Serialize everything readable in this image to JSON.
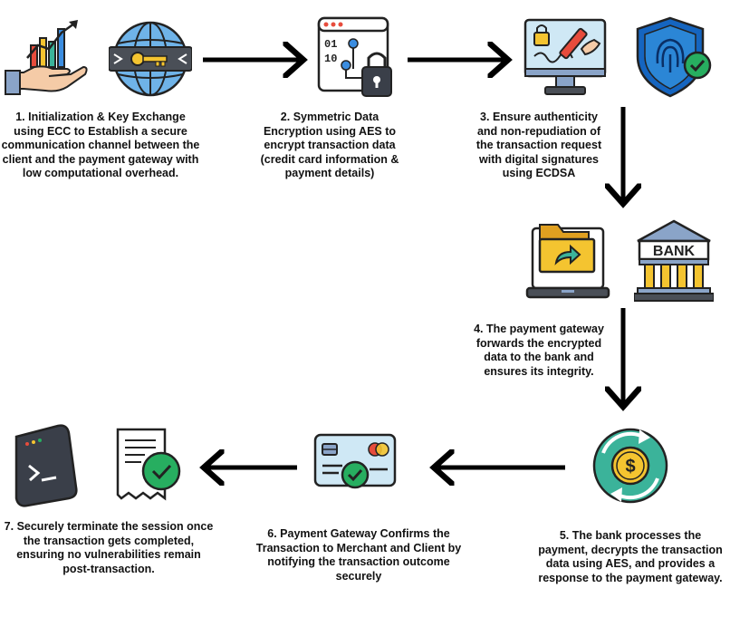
{
  "steps": [
    {
      "num": 1,
      "icons": [
        "hand-growth-chart-icon",
        "globe-key-exchange-icon"
      ],
      "text": "1. Initialization & Key Exchange using ECC to Establish a secure communication channel between the client and the payment gateway with low computational overhead."
    },
    {
      "num": 2,
      "icons": [
        "encrypted-code-lock-icon"
      ],
      "text": "2. Symmetric Data Encryption using AES to encrypt transaction data (credit card information & payment details)"
    },
    {
      "num": 3,
      "icons": [
        "monitor-digital-signature-icon",
        "fingerprint-shield-icon"
      ],
      "text": "3. Ensure authenticity and non-repudiation of the transaction request with digital signatures using ECDSA"
    },
    {
      "num": 4,
      "icons": [
        "laptop-folder-forward-icon",
        "bank-building-icon"
      ],
      "text": "4. The payment gateway forwards the encrypted data to the bank and ensures its integrity."
    },
    {
      "num": 5,
      "icons": [
        "dollar-coin-cycle-icon"
      ],
      "text": "5. The bank processes the payment, decrypts the transaction data using AES, and provides a response to the payment gateway."
    },
    {
      "num": 6,
      "icons": [
        "credit-card-check-icon"
      ],
      "text": "6. Payment Gateway Confirms the Transaction to Merchant and Client by notifying the transaction outcome securely"
    },
    {
      "num": 7,
      "icons": [
        "terminal-device-icon",
        "receipt-check-icon"
      ],
      "text": "7. Securely terminate the session once the transaction gets completed, ensuring no vulnerabilities remain post-transaction."
    }
  ],
  "bank_sign": "BANK",
  "colors": {
    "arrow": "#000000",
    "green": "#27ae60",
    "blue": "#1565c0",
    "yellow": "#f4c430",
    "teal": "#3bb39a"
  }
}
